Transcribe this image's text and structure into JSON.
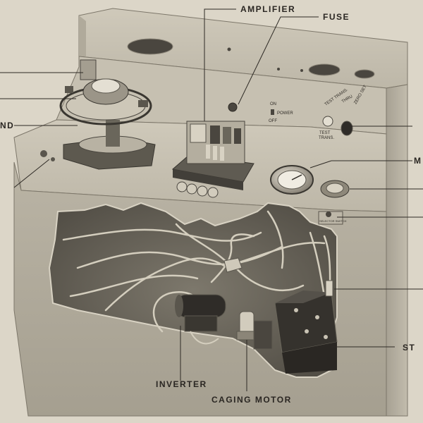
{
  "labels": {
    "amplifier": "AMPLIFIER",
    "fuse": "FUSE",
    "stand_partial": "ND",
    "inverter": "INVERTER",
    "caging_motor": "CAGING MOTOR",
    "right_partial_m": "M",
    "right_partial_st": "ST"
  },
  "panel": {
    "on": "ON",
    "power": "POWER",
    "off": "OFF",
    "test": "TEST",
    "trans": "TRANS.",
    "test_trans": "TEST TRANS.",
    "thru": "THRU",
    "zero_set": "ZERO SET",
    "small_plate": "SELECTOR SWITCH"
  },
  "colors": {
    "background": "#dcd6c8",
    "cabinet_light": "#c9c3b4",
    "cabinet_mid": "#b7b1a2",
    "cabinet_dark": "#8e887a",
    "interior": "#6f6a5f",
    "ink": "#2a2622"
  }
}
